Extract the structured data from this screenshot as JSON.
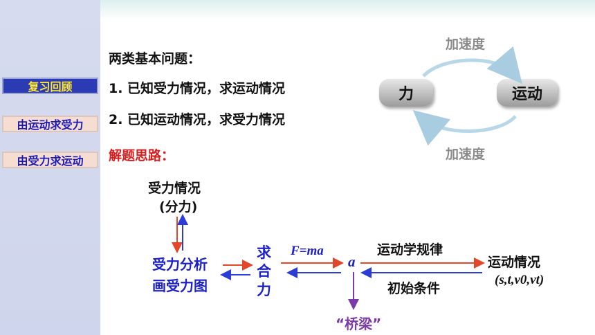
{
  "nav": {
    "review": "复习回顾",
    "motion_to_force": "由运动求受力",
    "force_to_motion": "由受力求运动"
  },
  "problems": {
    "heading": "两类基本问题：",
    "item1": "1. 已知受力情况，求运动情况",
    "item2": "2. 已知运动情况，求受力情况"
  },
  "cycle": {
    "force": "力",
    "motion": "运动",
    "top_label": "加速度",
    "bottom_label": "加速度"
  },
  "approach": {
    "heading": "解题思路：",
    "force_situation": "受力情况",
    "component_force": "(分力)",
    "force_analysis": "受力分析",
    "draw_diagram": "画受力图",
    "resultant_chars": [
      "求",
      "合",
      "力"
    ],
    "newton_law": "F=ma",
    "accel_symbol": "a",
    "kinematics": "运动学规律",
    "initial_conditions": "初始条件",
    "motion_situation": "运动情况",
    "motion_vars": "(s,t,v0,vt)",
    "bridge": "“桥梁”"
  },
  "colors": {
    "sidebar": "#d6dbef",
    "active_nav": "#2b3bb3",
    "nav_item": "#f5ddd1",
    "red_arrow": "#e3472a",
    "blue_arrow": "#2a3ed6",
    "purple_arrow": "#7a3aa8",
    "cycle_arrow": "#b8d7e8"
  }
}
